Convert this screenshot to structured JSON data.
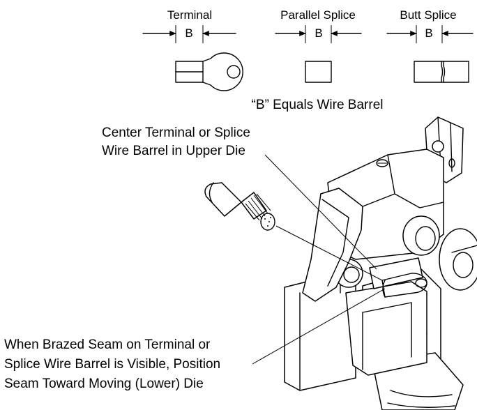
{
  "figure": {
    "terminal_label": "Terminal",
    "parallel_splice_label": "Parallel Splice",
    "butt_splice_label": "Butt Splice",
    "dimension_letter": "B",
    "equals_note": "“B” Equals Wire Barrel",
    "center_note_line1": "Center Terminal or Splice",
    "center_note_line2": "Wire Barrel in Upper Die",
    "seam_note_line1": "When Brazed Seam on Terminal or",
    "seam_note_line2": "Splice Wire Barrel is Visible, Position",
    "seam_note_line3": "Seam Toward Moving (Lower) Die"
  }
}
